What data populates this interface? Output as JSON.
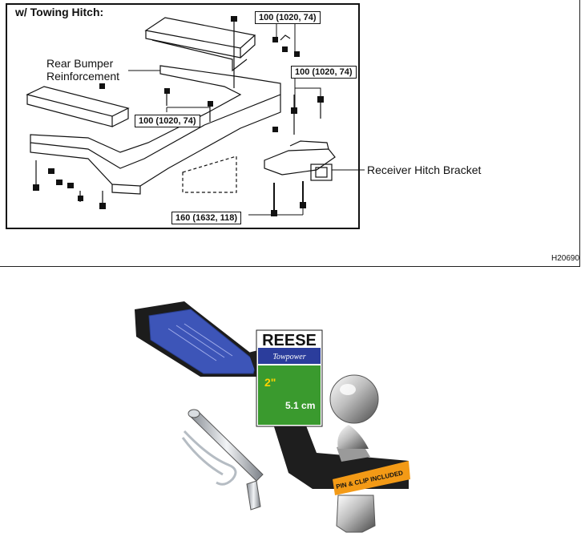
{
  "diagram": {
    "header": "w/ Towing Hitch:",
    "reference_code": "H20690",
    "labels": {
      "rear_bumper_line1": "Rear Bumper",
      "rear_bumper_line2": "Reinforcement",
      "receiver_bracket": "Receiver Hitch Bracket"
    },
    "torque_specs": {
      "top_right": "100 (1020, 74)",
      "right": "100 (1020, 74)",
      "middle": "100 (1020, 74)",
      "bottom": "160 (1632, 118)"
    }
  },
  "product": {
    "brand": "REESE",
    "sub_brand": "Towpower",
    "sticker": "PIN & CLIP INCLUDED",
    "size_label": "2\"",
    "metric_label": "5.1 cm"
  },
  "colors": {
    "steel_dark": "#1c1c1c",
    "tube_blue": "#3d55b8",
    "label_green": "#3a9a2e",
    "sticker_orange": "#f39a16",
    "chrome": "#cfcfcf"
  }
}
